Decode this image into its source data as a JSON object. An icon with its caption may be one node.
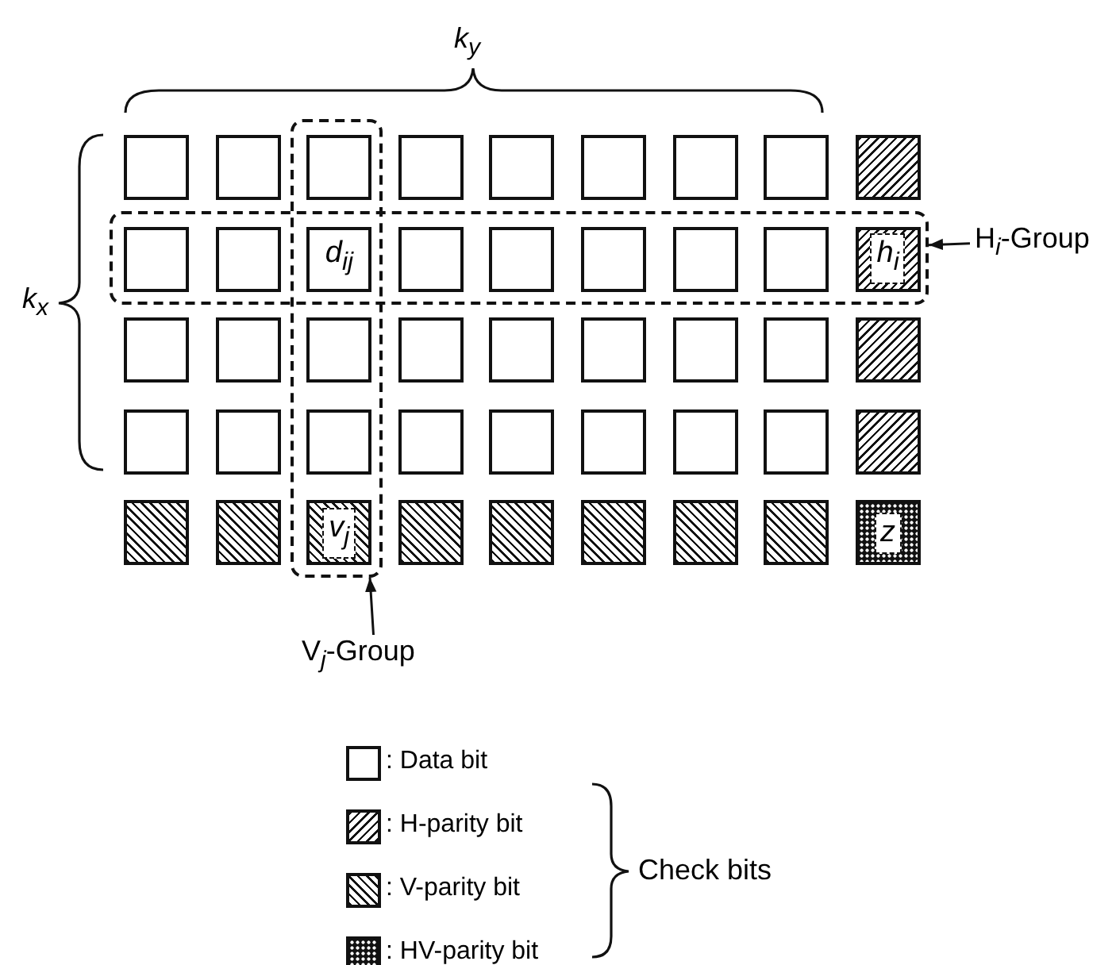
{
  "diagram": {
    "nodes": [
      {
        "text": [],
        "shape": "box"
      },
      {
        "text": [],
        "shape": "box"
      },
      {
        "text": [],
        "shape": "box"
      },
      {
        "text": [],
        "shape": "box"
      },
      {
        "text": [],
        "shape": "box",
        "in": 1
      },
      {
        "text": [],
        "shape": "box"
      },
      {
        "text": [],
        "shape": "box"
      },
      {
        "text": [],
        "shape": "box"
      },
      {
        "text": [],
        "shape": "box"
      },
      {
        "text": [],
        "shape": "box"
      },
      {
        "text": [],
        "shape": "box"
      },
      {
        "text": [],
        "shape": "box",
        "in": 0
      },
      {
        "text": [],
        "shape": "box",
        "in": 0
      },
      {
        "text": [
          "d$_{ij}$"
        ]
      },
      {
        "text": [],
        "shape": "box",
        "in": 0
      },
      {
        "text": [],
        "shape": "box",
        "in": 0
      },
      {
        "text": [],
        "shape": "box",
        "in": 0
      },
      {
        "text": [],
        "shape": "box",
        "in": 0
      },
      {
        "text": [],
        "shape": "box",
        "in": 0
      },
      {
        "text": [
          "h$_{i}$"
        ],
        "in": 0
      },
      {
        "text": [],
        "shape": "box"
      },
      {
        "text": [],
        "shape": "box"
      },
      {
        "text": [],
        "shape": "box",
        "in": 1
      },
      {
        "text": [],
        "shape": "box"
      },
      {
        "text": [],
        "shape": "box"
      },
      {
        "text": [],
        "shape": "box"
      },
      {
        "text": [],
        "shape": "box"
      },
      {
        "text": [],
        "shape": "box"
      },
      {
        "text": [],
        "shape": "box"
      },
      {
        "text": [],
        "shape": "box"
      },
      {
        "text": [],
        "shape": "box"
      },
      {
        "text": [],
        "shape": "box",
        "in": 1
      },
      {
        "text": [],
        "shape": "box"
      },
      {
        "text": [],
        "shape": "box"
      },
      {
        "text": [],
        "shape": "box"
      },
      {
        "text": [],
        "shape": "box"
      },
      {
        "text": [],
        "shape": "box"
      },
      {
        "text": [],
        "shape": "box"
      },
      {
        "text": [],
        "shape": "box"
      },
      {
        "text": [],
        "shape": "box"
      },
      {
        "text": [
          "v$_{j}$"
        ],
        "in": 1
      },
      {
        "text": [],
        "shape": "box"
      },
      {
        "text": [],
        "shape": "box"
      },
      {
        "text": [],
        "shape": "box"
      },
      {
        "text": [],
        "shape": "box"
      },
      {
        "text": [],
        "shape": "box"
      },
      {
        "text": [
          "z"
        ]
      },
      {
        "text": [
          "H$_{i}$-Group"
        ]
      },
      {
        "text": [
          "V$_{j}$-Group"
        ]
      }
    ],
    "edges": [
      {
        "from": 47,
        "to": 0,
        "arrow": "to"
      },
      {
        "from": 48,
        "to": 1,
        "arrow": "to"
      }
    ],
    "labels": [
      "k$_{y}$",
      "k$_{x}$",
      "Check bits"
    ],
    "legend": [
      {
        "text": ": Data bit"
      },
      {
        "text": ": H-parity bit"
      },
      {
        "text": ": V-parity bit"
      },
      {
        "text": ": HV-parity bit"
      }
    ]
  }
}
